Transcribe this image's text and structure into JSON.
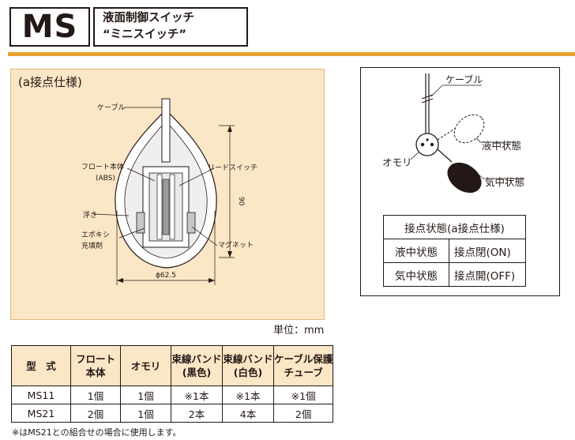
{
  "header": {
    "code": "MS",
    "title_line1": "液面制御スイッチ",
    "title_line2": "“ミニスイッチ”"
  },
  "drawing": {
    "title": "(a接点仕様)",
    "labels": {
      "cable": "ケーブル",
      "float_body_1": "フロート本体",
      "float_body_2": "(ABS)",
      "reed_switch": "リードスイッチ",
      "buoy": "浮き",
      "epoxy_1": "エポキシ",
      "epoxy_2": "充填剤",
      "magnet": "マグネット",
      "height": "90",
      "diameter": "ϕ62.5"
    },
    "unit": "単位：mm"
  },
  "diagram": {
    "labels": {
      "cable": "ケーブル",
      "in_liquid": "液中状態",
      "weight": "オモリ",
      "in_air": "気中状態"
    },
    "state_table": {
      "header": "接点状態(a接点仕様)",
      "rows": [
        {
          "state": "液中状態",
          "contact": "接点閉(ON)"
        },
        {
          "state": "気中状態",
          "contact": "接点開(OFF)"
        }
      ]
    }
  },
  "spec_table": {
    "headers": [
      {
        "l1": "型　式",
        "l2": ""
      },
      {
        "l1": "フロート",
        "l2": "本体"
      },
      {
        "l1": "オモリ",
        "l2": ""
      },
      {
        "l1": "束線バンド",
        "l2": "(黒色)"
      },
      {
        "l1": "束線バンド",
        "l2": "(白色)"
      },
      {
        "l1": "ケーブル保護",
        "l2": "チューブ"
      }
    ],
    "rows": [
      [
        "MS11",
        "1個",
        "1個",
        "※1本",
        "※1本",
        "※1個"
      ],
      [
        "MS21",
        "2個",
        "1個",
        "2本",
        "4本",
        "2個"
      ]
    ],
    "note": "※はMS21との組合せの場合に使用します。"
  }
}
